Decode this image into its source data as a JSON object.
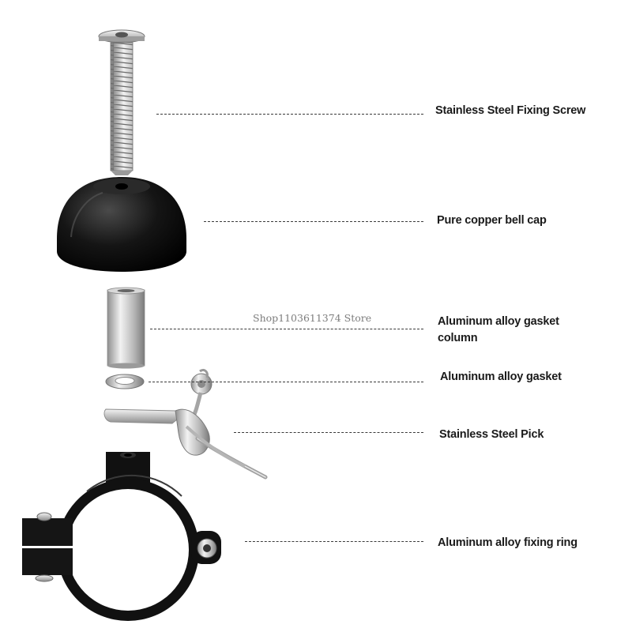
{
  "parts": [
    {
      "id": "screw",
      "label": "Stainless Steel Fixing Screw"
    },
    {
      "id": "cap",
      "label": "Pure copper bell cap"
    },
    {
      "id": "column",
      "label": "Aluminum alloy gasket",
      "label_line2": "column"
    },
    {
      "id": "gasket",
      "label": "Aluminum alloy gasket"
    },
    {
      "id": "pick",
      "label": "Stainless Steel Pick"
    },
    {
      "id": "ring",
      "label": "Aluminum alloy fixing ring"
    }
  ],
  "watermark": "Shop1103611374 Store",
  "colors": {
    "metal": "#c9c9c9",
    "black": "#111111",
    "leader": "#3a3a3a"
  }
}
